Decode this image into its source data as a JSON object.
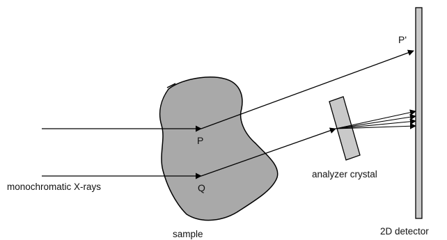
{
  "labels": {
    "P": "P",
    "P_prime": "P'",
    "Q": "Q",
    "incoming": "monochromatic X-rays",
    "sample": "sample",
    "analyzer": "analyzer crystal",
    "detector": "2D detector"
  },
  "colors": {
    "sample_fill": "#a9a9a9",
    "crystal_fill": "#c9c9c9",
    "detector_fill": "#c9c9c9",
    "stroke": "#000000"
  }
}
